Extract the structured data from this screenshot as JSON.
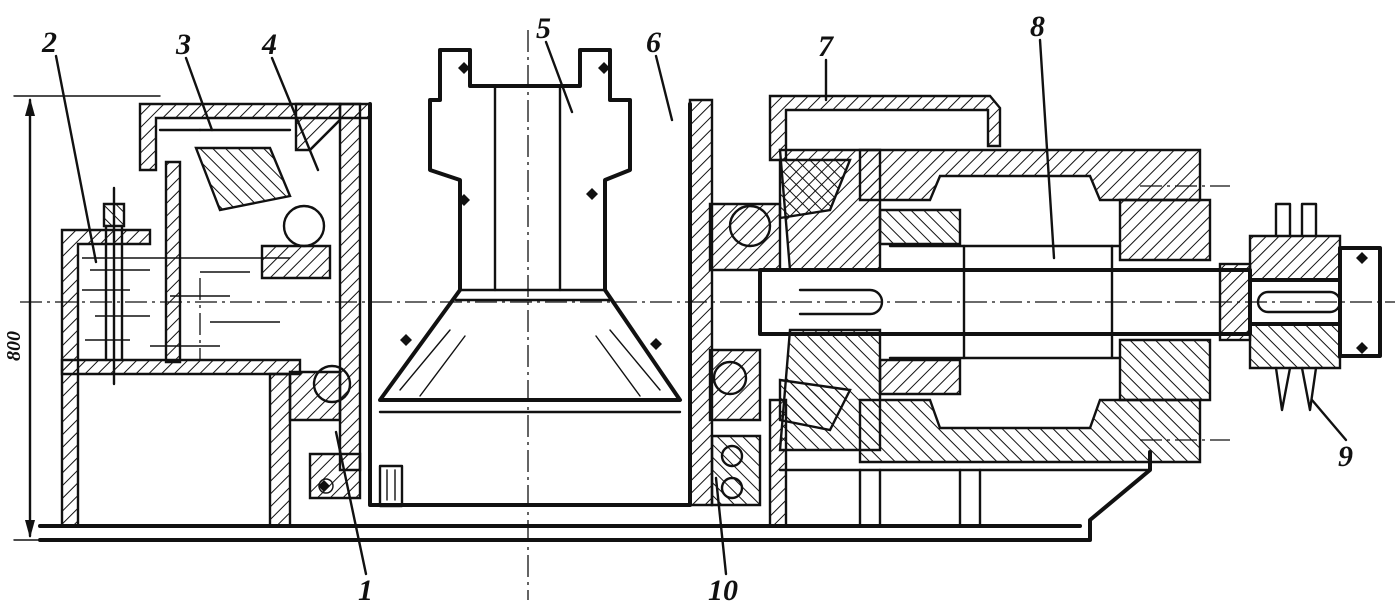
{
  "dimension": {
    "height_label": "800"
  },
  "callouts": [
    {
      "id": "label-2",
      "text": "2"
    },
    {
      "id": "label-3",
      "text": "3"
    },
    {
      "id": "label-4",
      "text": "4"
    },
    {
      "id": "label-5",
      "text": "5"
    },
    {
      "id": "label-6",
      "text": "6"
    },
    {
      "id": "label-7",
      "text": "7"
    },
    {
      "id": "label-8",
      "text": "8"
    },
    {
      "id": "label-9",
      "text": "9"
    },
    {
      "id": "label-1",
      "text": "1"
    },
    {
      "id": "label-10",
      "text": "10"
    }
  ]
}
